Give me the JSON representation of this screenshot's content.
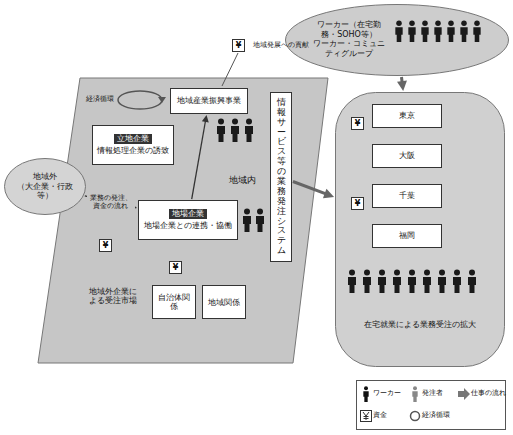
{
  "diagram": {
    "nodes": [
      {
        "text": [
          "ワーカー（在宅勤務・SOHO等）",
          "ワーカー・コミュニティグループ"
        ]
      },
      {
        "text": [
          "地域内"
        ]
      },
      {
        "text": [
          "地域産業振興事業"
        ],
        "in": 1
      },
      {
        "text": [
          "立地企業",
          "情報処理企業の誘致"
        ],
        "in": 1
      },
      {
        "text": [
          "地場企業",
          "地場企業との連携・協働"
        ],
        "in": 1
      },
      {
        "text": [
          "地域外企業による受注市場"
        ],
        "in": 1
      },
      {
        "text": [
          "自治体関係"
        ],
        "in": 1
      },
      {
        "text": [
          "地域関係"
        ],
        "in": 1
      },
      {
        "text": [
          "情報サービス等の業務発注システム"
        ]
      },
      {
        "text": [
          "地域外",
          "（大企業・行政等）"
        ]
      },
      {
        "text": [
          "在宅就業による業務受注の拡大"
        ]
      },
      {
        "text": [
          "東京"
        ],
        "in": 10
      },
      {
        "text": [
          "大阪"
        ],
        "in": 10
      },
      {
        "text": [
          "千葉"
        ],
        "in": 10
      },
      {
        "text": [
          "福岡"
        ],
        "in": 10
      }
    ],
    "edges": [
      {
        "from": 9,
        "to": 4,
        "label": "業務の発注、資金の流れ",
        "arrow": "to"
      },
      {
        "from": 4,
        "to": 2,
        "arrow": "to"
      },
      {
        "from": 8,
        "to": 10,
        "arrow": "to"
      },
      {
        "from": 0,
        "to": 10,
        "arrow": "to"
      }
    ],
    "labels": [
      "¥",
      "地域発展への貢献",
      "¥",
      "¥",
      "¥",
      "¥",
      "経済循環"
    ],
    "legend": [
      {
        "text": "ワーカー"
      },
      {
        "text": "発注者"
      },
      {
        "text": "仕事の流れ"
      },
      {
        "text": "資金"
      },
      {
        "text": "経済循環"
      }
    ]
  }
}
